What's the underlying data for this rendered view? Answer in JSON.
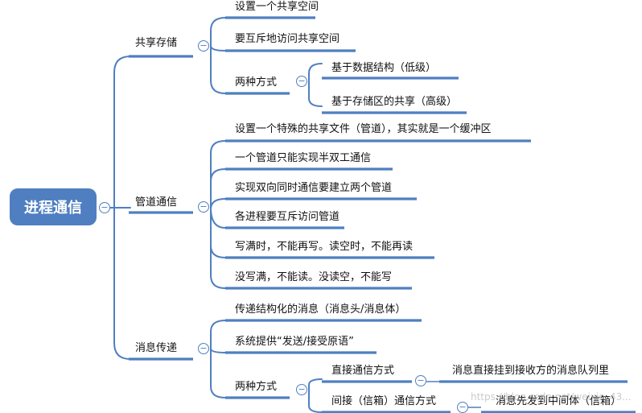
{
  "root": {
    "label": "进程通信"
  },
  "shared_storage": {
    "label": "共享存储",
    "items": [
      "设置一个共享空间",
      "要互斥地访问共享空间"
    ],
    "two_ways": {
      "label": "两种方式",
      "items": [
        "基于数据结构（低级）",
        "基于存储区的共享（高级）"
      ]
    }
  },
  "pipe": {
    "label": "管道通信",
    "items": [
      "设置一个特殊的共享文件（管道），其实就是一个缓冲区",
      "一个管道只能实现半双工通信",
      "实现双向同时通信要建立两个管道",
      "各进程要互斥访问管道",
      "写满时，不能再写。读空时，不能再读",
      "没写满，不能读。没读空，不能写"
    ]
  },
  "message": {
    "label": "消息传递",
    "items": [
      "传递结构化的消息（消息头/消息体）",
      "系统提供“发送/接受原语”"
    ],
    "two_ways": {
      "label": "两种方式",
      "direct": {
        "label": "直接通信方式",
        "desc": "消息直接挂到接收方的消息队列里"
      },
      "indirect": {
        "label": "间接（信箱）通信方式",
        "desc": "消息先发到中间体（信箱）"
      }
    }
  },
  "collapse_symbol": "−",
  "watermark": "https://blog.csdn.net/weixin_43...",
  "colors": {
    "accent": "#4f7fc0",
    "root_text": "#ffffff"
  }
}
